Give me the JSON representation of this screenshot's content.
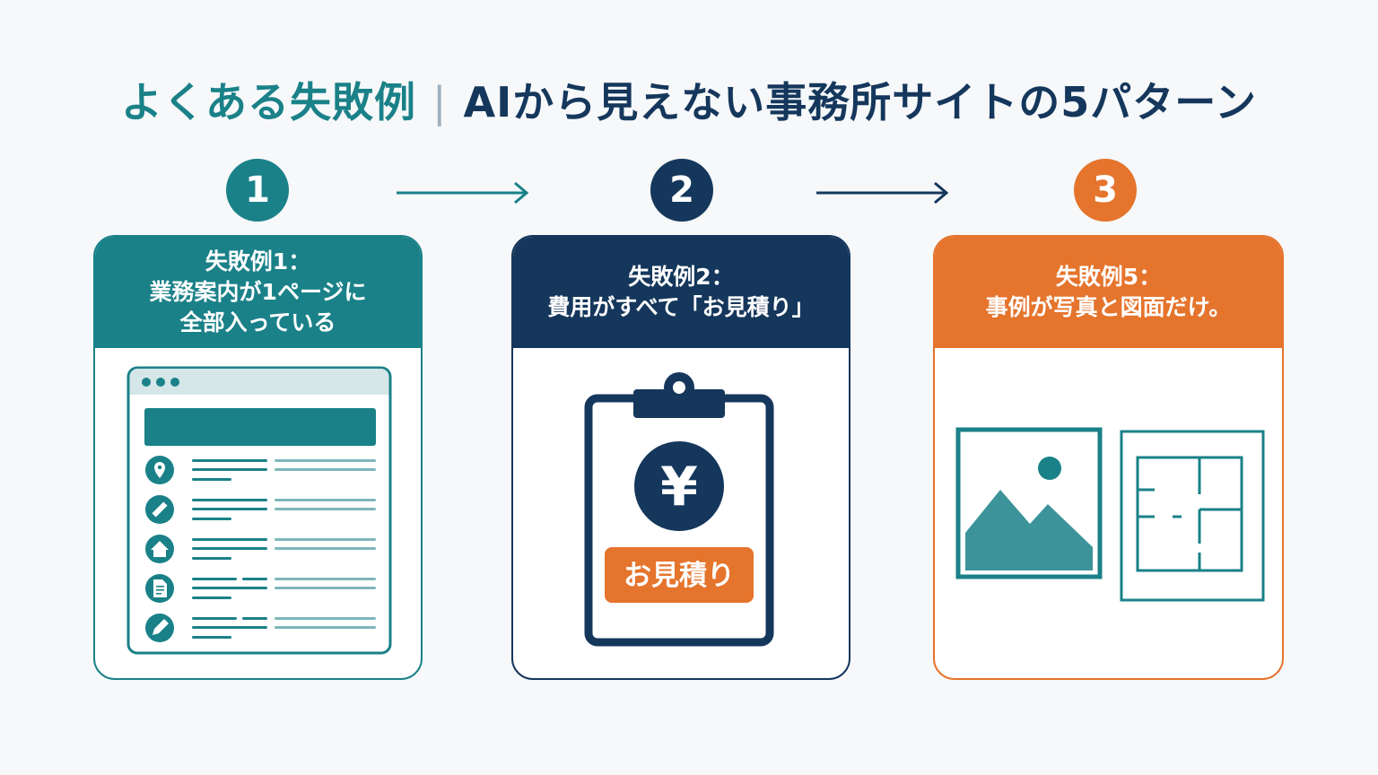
{
  "title": {
    "left": "よくある失敗例",
    "separator": "|",
    "right": "AIから見えない事務所サイトの5パターン"
  },
  "colors": {
    "teal": "#1a8188",
    "navy": "#15375c",
    "orange": "#e5742c"
  },
  "cards": [
    {
      "number": "1",
      "lines": [
        "失敗例1：",
        "業務案内が1ページに",
        "全部入っている"
      ],
      "icon": "browser-page-with-service-list-icon",
      "list_icons": [
        "location-pin-icon",
        "ruler-icon",
        "home-icon",
        "document-icon",
        "pencil-icon"
      ]
    },
    {
      "number": "2",
      "lines": [
        "失敗例2：",
        "費用がすべて「お見積り」"
      ],
      "icon": "clipboard-yen-icon",
      "yen": "¥",
      "badge": "お見積り"
    },
    {
      "number": "3",
      "lines": [
        "失敗例5：",
        "事例が写真と図面だけ。"
      ],
      "icons": [
        "photo-icon",
        "floor-plan-icon"
      ]
    }
  ]
}
